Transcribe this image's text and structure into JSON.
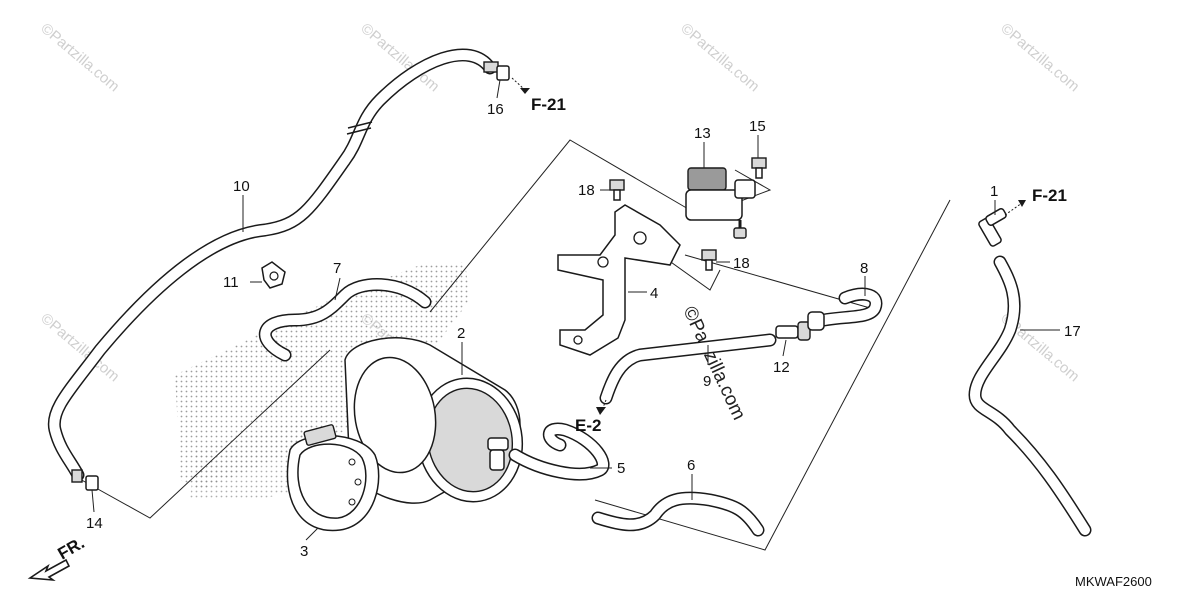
{
  "diagram": {
    "code": "MKWAF2600",
    "direction_label": "FR.",
    "watermark_text": "©Partzilla.com",
    "callouts": [
      {
        "id": "c1",
        "label": "1"
      },
      {
        "id": "c2",
        "label": "2"
      },
      {
        "id": "c3",
        "label": "3"
      },
      {
        "id": "c4",
        "label": "4"
      },
      {
        "id": "c5",
        "label": "5"
      },
      {
        "id": "c6",
        "label": "6"
      },
      {
        "id": "c7",
        "label": "7"
      },
      {
        "id": "c8",
        "label": "8"
      },
      {
        "id": "c9",
        "label": "9"
      },
      {
        "id": "c10",
        "label": "10"
      },
      {
        "id": "c11",
        "label": "11"
      },
      {
        "id": "c12",
        "label": "12"
      },
      {
        "id": "c13",
        "label": "13"
      },
      {
        "id": "c14",
        "label": "14"
      },
      {
        "id": "c15",
        "label": "15"
      },
      {
        "id": "c16",
        "label": "16"
      },
      {
        "id": "c17",
        "label": "17"
      },
      {
        "id": "c18a",
        "label": "18"
      },
      {
        "id": "c18b",
        "label": "18"
      }
    ],
    "refs": [
      {
        "id": "r1",
        "label": "F-21"
      },
      {
        "id": "r2",
        "label": "F-21"
      },
      {
        "id": "r3",
        "label": "E-2"
      }
    ]
  }
}
